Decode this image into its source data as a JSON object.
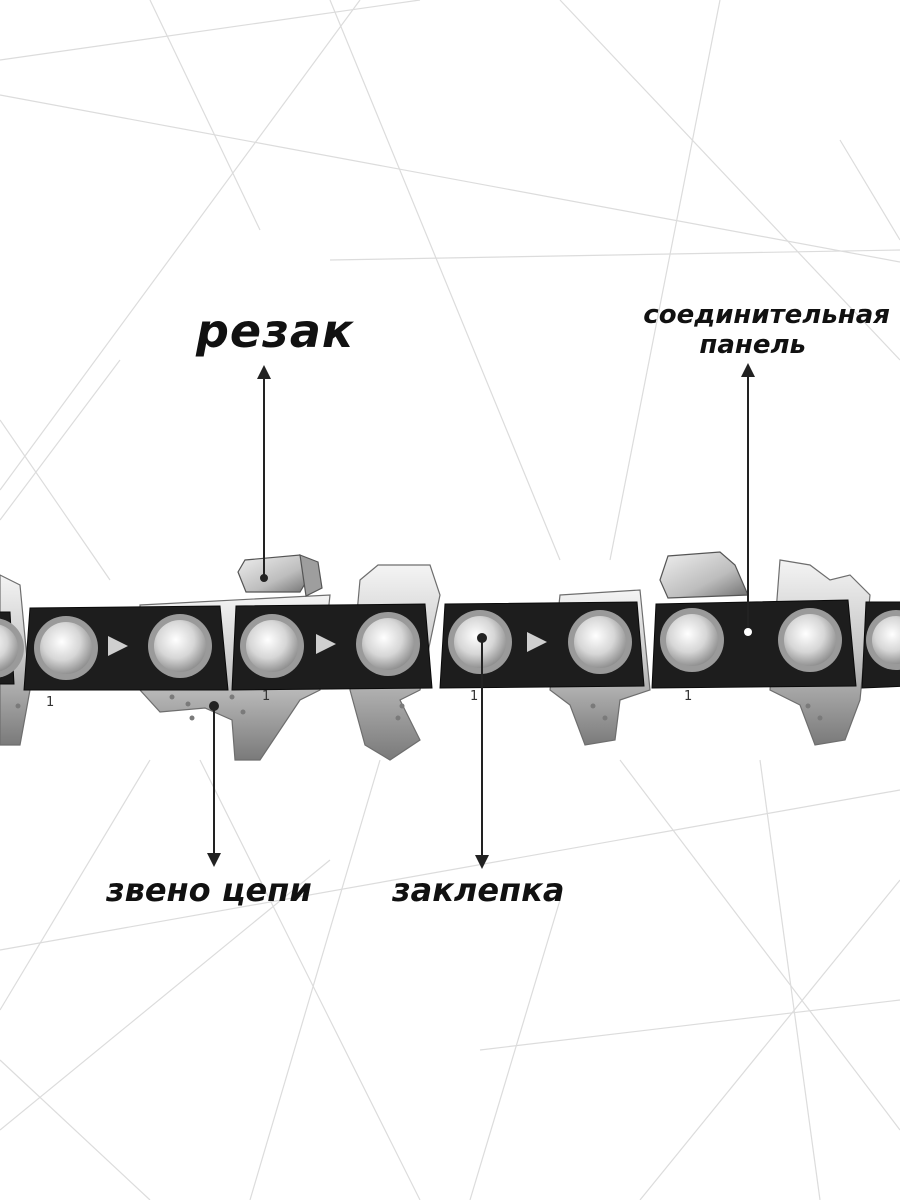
{
  "labels": {
    "cutter": "резак",
    "connecting_plate_line1": "соединительная",
    "connecting_plate_line2": "панель",
    "chain_link": "звено цепи",
    "rivet": "заклепка"
  },
  "link_marks": [
    "1",
    "1",
    "1",
    "1"
  ],
  "colors": {
    "background": "#ffffff",
    "web_lines": "#dcdcdc",
    "steel": "#c9c9c9",
    "steel_dark": "#8a8a8a",
    "link_plate": "#1d1d1d",
    "rivet_face": "#e6e6e6",
    "text": "#111111"
  }
}
